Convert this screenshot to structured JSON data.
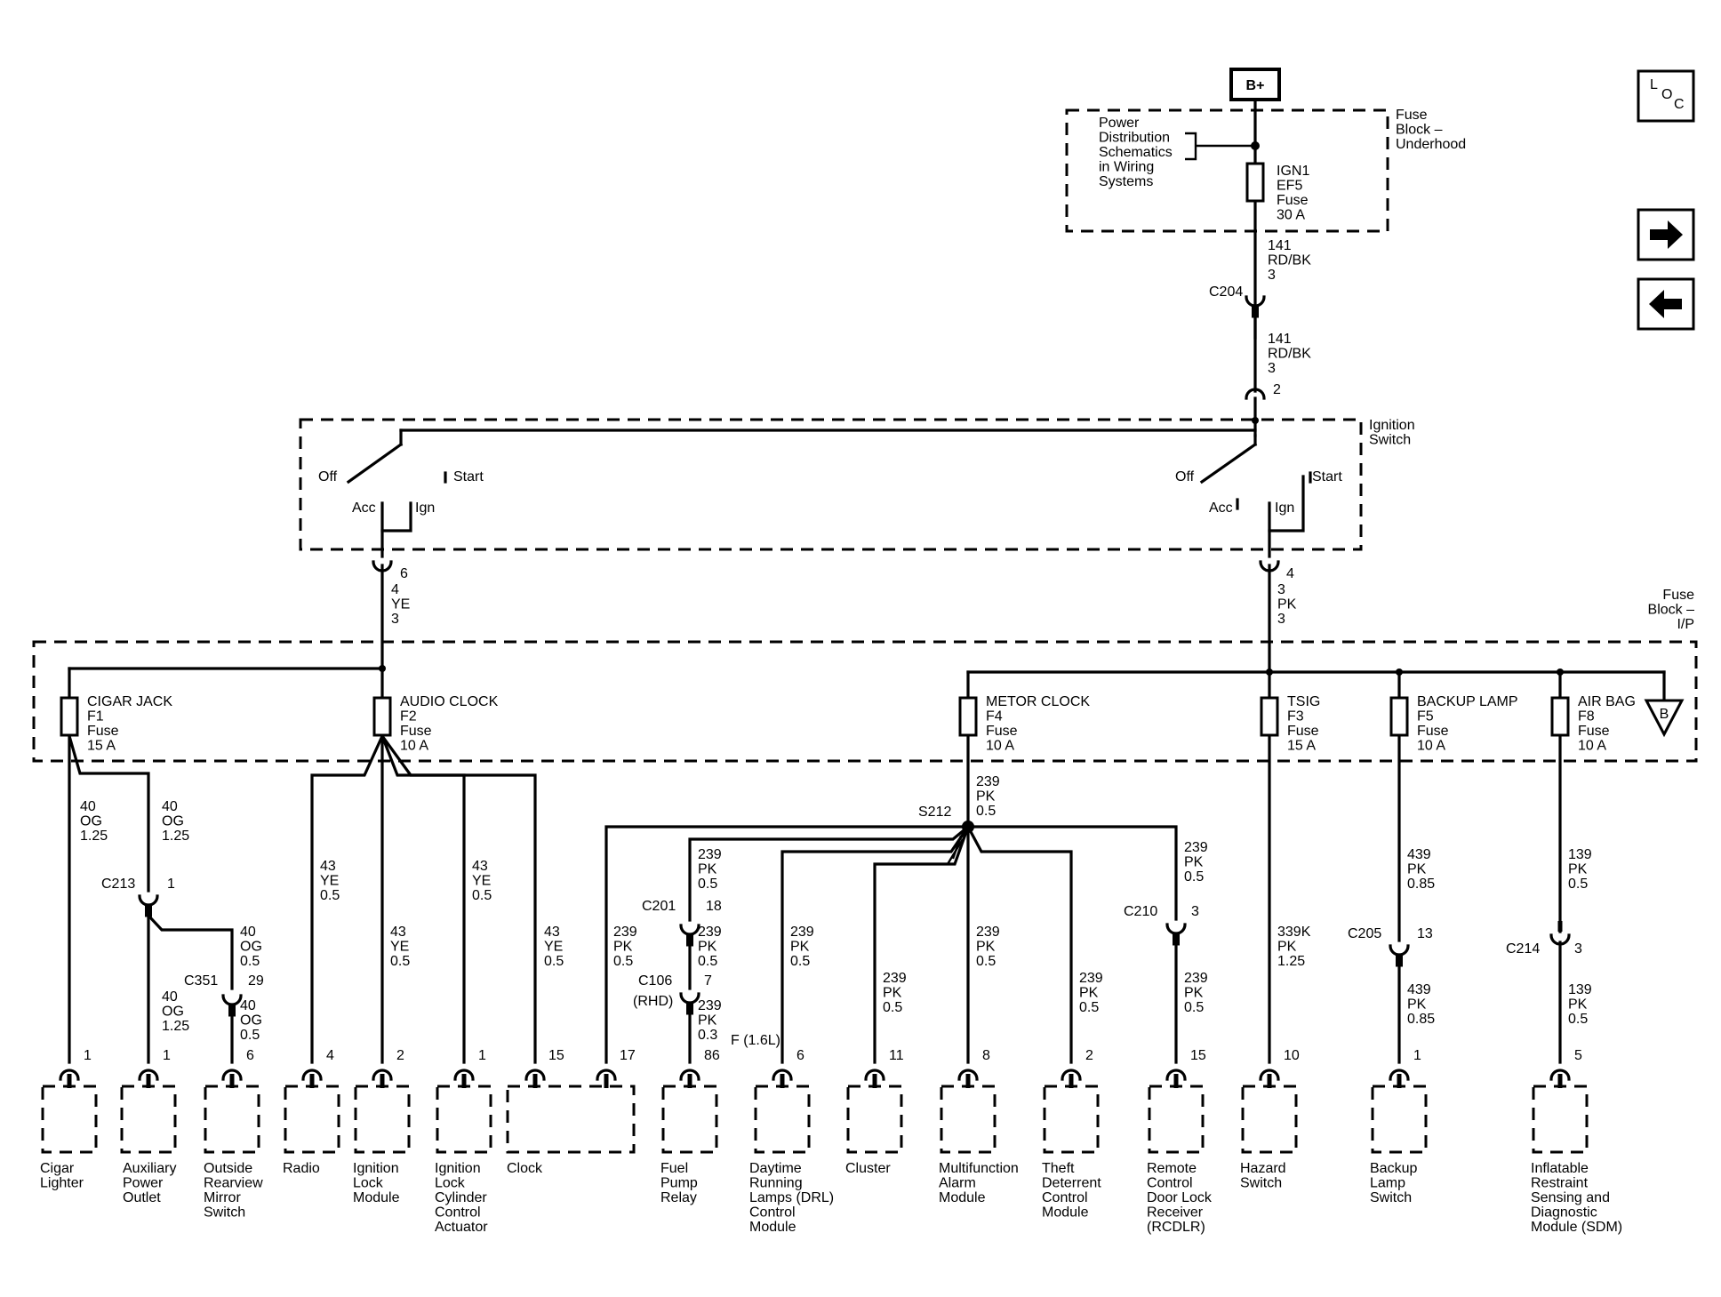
{
  "source": {
    "label": "B+"
  },
  "loc_icon": {
    "name": "loc-icon",
    "letters": [
      "L",
      "O",
      "C"
    ]
  },
  "nav": {
    "next_icon": "arrow-right-icon",
    "prev_icon": "arrow-left-icon"
  },
  "fuse_block_underhood": {
    "title": [
      "Fuse",
      "Block –",
      "Underhood"
    ],
    "reference_note": [
      "Power",
      "Distribution",
      "Schematics",
      "in Wiring",
      "Systems"
    ],
    "fuse": [
      "IGN1",
      "EF5",
      "Fuse",
      "30 A"
    ]
  },
  "feed": {
    "upper_wire": [
      "141",
      "RD/BK",
      "3"
    ],
    "connector": "C204",
    "lower_wire": [
      "141",
      "RD/BK",
      "3"
    ],
    "ignition_pin": "2"
  },
  "ignition_switch": {
    "title": [
      "Ignition",
      "Switch"
    ],
    "left": {
      "off": "Off",
      "start": "Start",
      "acc": "Acc",
      "ign": "Ign"
    },
    "right": {
      "off": "Off",
      "start": "Start",
      "acc": "Acc",
      "ign": "Ign"
    },
    "left_output": {
      "pin": "6",
      "wire": [
        "4",
        "YE",
        "3"
      ]
    },
    "right_output": {
      "pin": "4",
      "wire": [
        "3",
        "PK",
        "3"
      ]
    }
  },
  "fuse_block_ip": {
    "title": [
      "Fuse",
      "Block –",
      "I/P"
    ],
    "offpage_ref": "B",
    "fuses": [
      {
        "id": "F1",
        "lines": [
          "CIGAR JACK",
          "F1",
          "Fuse",
          "15 A"
        ]
      },
      {
        "id": "F2",
        "lines": [
          "AUDIO CLOCK",
          "F2",
          "Fuse",
          "10 A"
        ]
      },
      {
        "id": "F4",
        "lines": [
          "METOR CLOCK",
          "F4",
          "Fuse",
          "10 A"
        ]
      },
      {
        "id": "F3",
        "lines": [
          "TSIG",
          "F3",
          "Fuse",
          "15 A"
        ]
      },
      {
        "id": "F5",
        "lines": [
          "BACKUP LAMP",
          "F5",
          "Fuse",
          "10 A"
        ]
      },
      {
        "id": "F8",
        "lines": [
          "AIR BAG",
          "F8",
          "Fuse",
          "10 A"
        ]
      }
    ]
  },
  "splice": {
    "name": "S212",
    "wire": [
      "239",
      "PK",
      "0.5"
    ]
  },
  "wire_labels": {
    "f1_to_lighter": [
      "40",
      "OG",
      "1.25"
    ],
    "f1_to_c213": [
      "40",
      "OG",
      "1.25"
    ],
    "c213_to_outlet": [
      "40",
      "OG",
      "1.25"
    ],
    "c213_to_c351": [
      "40",
      "OG",
      "0.5"
    ],
    "c351_to_mirror": [
      "40",
      "OG",
      "0.5"
    ],
    "f2_to_radio": [
      "43",
      "YE",
      "0.5"
    ],
    "f2_to_ign_lock": [
      "43",
      "YE",
      "0.5"
    ],
    "f2_to_actuator": [
      "43",
      "YE",
      "0.5"
    ],
    "f2_to_clock": [
      "43",
      "YE",
      "0.5"
    ],
    "s212_to_clock": [
      "239",
      "PK",
      "0.5"
    ],
    "s212_to_c201": [
      "239",
      "PK",
      "0.5"
    ],
    "c201_to_c106": [
      "239",
      "PK",
      "0.5"
    ],
    "c106_to_relay": [
      "239",
      "PK",
      "0.3"
    ],
    "s212_to_drl": [
      "239",
      "PK",
      "0.5"
    ],
    "s212_to_cluster": [
      "239",
      "PK",
      "0.5"
    ],
    "s212_to_alarm": [
      "239",
      "PK",
      "0.5"
    ],
    "s212_to_theft": [
      "239",
      "PK",
      "0.5"
    ],
    "s212_to_c210": [
      "239",
      "PK",
      "0.5"
    ],
    "c210_to_rcdlr": [
      "239",
      "PK",
      "0.5"
    ],
    "f3_to_hazard": [
      "339K",
      "PK",
      "1.25"
    ],
    "f5_to_c205": [
      "439",
      "PK",
      "0.85"
    ],
    "c205_to_backup": [
      "439",
      "PK",
      "0.85"
    ],
    "f8_to_c214": [
      "139",
      "PK",
      "0.5"
    ],
    "c214_to_sdm": [
      "139",
      "PK",
      "0.5"
    ]
  },
  "inline_connectors": {
    "C213": {
      "name": "C213",
      "pin": "1"
    },
    "C351": {
      "name": "C351",
      "pin": "29"
    },
    "C201": {
      "name": "C201",
      "pin": "18"
    },
    "C106": {
      "name": "C106",
      "pin": "7",
      "note": "(RHD)"
    },
    "C210": {
      "name": "C210",
      "pin": "3"
    },
    "C205": {
      "name": "C205",
      "pin": "13"
    },
    "C214": {
      "name": "C214",
      "pin": "3"
    }
  },
  "components": [
    {
      "id": "cigar_lighter",
      "pin": "1",
      "label": [
        "Cigar",
        "Lighter"
      ]
    },
    {
      "id": "aux_power_outlet",
      "pin": "1",
      "label": [
        "Auxiliary",
        "Power",
        "Outlet"
      ]
    },
    {
      "id": "mirror_switch",
      "pin": "6",
      "label": [
        "Outside",
        "Rearview",
        "Mirror",
        "Switch"
      ]
    },
    {
      "id": "radio",
      "pin": "4",
      "label": [
        "Radio"
      ]
    },
    {
      "id": "ignition_lock_module",
      "pin": "2",
      "label": [
        "Ignition",
        "Lock",
        "Module"
      ]
    },
    {
      "id": "lock_cylinder_actuator",
      "pin": "1",
      "label": [
        "Ignition",
        "Lock",
        "Cylinder",
        "Control",
        "Actuator"
      ]
    },
    {
      "id": "clock",
      "pins": [
        "15",
        "17"
      ],
      "label": [
        "Clock"
      ]
    },
    {
      "id": "fuel_pump_relay",
      "pin": "86",
      "label": [
        "Fuel",
        "Pump",
        "Relay"
      ]
    },
    {
      "id": "drl_module",
      "pin": "6",
      "pin_note": "F (1.6L)",
      "label": [
        "Daytime",
        "Running",
        "Lamps (DRL)",
        "Control",
        "Module"
      ]
    },
    {
      "id": "cluster",
      "pin": "11",
      "label": [
        "Cluster"
      ]
    },
    {
      "id": "alarm_module",
      "pin": "8",
      "label": [
        "Multifunction",
        "Alarm",
        "Module"
      ]
    },
    {
      "id": "theft_module",
      "pin": "2",
      "label": [
        "Theft",
        "Deterrent",
        "Control",
        "Module"
      ]
    },
    {
      "id": "rcdlr",
      "pin": "15",
      "label": [
        "Remote",
        "Control",
        "Door Lock",
        "Receiver",
        "(RCDLR)"
      ]
    },
    {
      "id": "hazard_switch",
      "pin": "10",
      "label": [
        "Hazard",
        "Switch"
      ]
    },
    {
      "id": "backup_lamp_switch",
      "pin": "1",
      "label": [
        "Backup",
        "Lamp",
        "Switch"
      ]
    },
    {
      "id": "sdm",
      "pin": "5",
      "label": [
        "Inflatable",
        "Restraint",
        "Sensing and",
        "Diagnostic",
        "Module (SDM)"
      ]
    }
  ]
}
